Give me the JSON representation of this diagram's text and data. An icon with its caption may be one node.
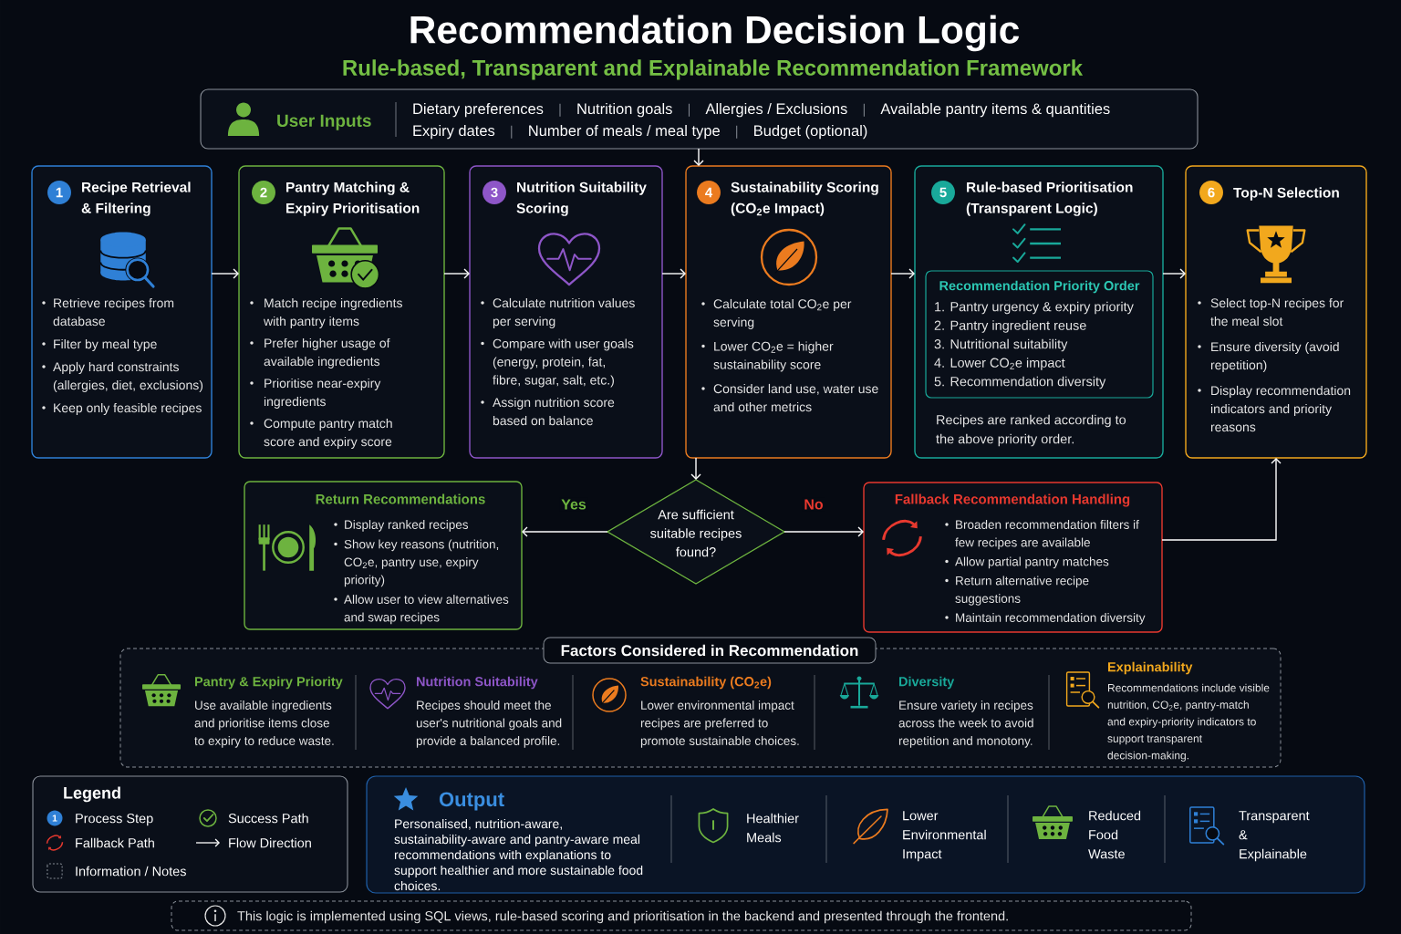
{
  "diagram": {
    "title": "Recommendation Decision Logic",
    "nodes": [
      {
        "text": [
          "User Inputs",
          "Dietary preferences",
          "Nutrition goals",
          "Allergies / Exclusions",
          "Available pantry items & quantities",
          "Expiry dates",
          "Number of meals / meal type",
          "Budget (optional)"
        ]
      },
      {
        "text": [
          "1",
          "Recipe Retrieval & Filtering",
          "Retrieve recipes from database",
          "Filter by meal type",
          "Apply hard constraints (allergies, diet, exclusions)",
          "Keep only feasible recipes"
        ]
      },
      {
        "text": [
          "2",
          "Pantry Matching & Expiry Prioritisation",
          "Match recipe ingredients with pantry items",
          "Prefer higher usage of available ingredients",
          "Prioritise near-expiry ingredients",
          "Compute pantry match score and expiry score"
        ]
      },
      {
        "text": [
          "3",
          "Nutrition Suitability Scoring",
          "Calculate nutrition values per serving",
          "Compare with user goals (energy, protein, fat, fibre, sugar, salt, etc.)",
          "Assign nutrition score based on balance"
        ]
      },
      {
        "text": [
          "4",
          "Sustainability Scoring (CO$_{2}$e Impact)",
          "Calculate total CO$_{2}$e per serving",
          "Lower CO$_{2}$e = higher sustainability score",
          "Consider land use, water use and other metrics"
        ]
      },
      {
        "text": [
          "5",
          "Rule-based Prioritisation (Transparent Logic)",
          "Recipes are ranked according to the above priority order."
        ]
      },
      {
        "text": [
          "Recommendation Priority Order",
          "1. Pantry urgency & expiry priority",
          "2. Pantry ingredient reuse",
          "3. Nutritional suitability",
          "4. Lower CO$_{2}$e impact",
          "5. Recommendation diversity"
        ],
        "in": 5
      },
      {
        "text": [
          "6",
          "Top-N Selection",
          "Select top-N recipes for the meal slot",
          "Ensure diversity (avoid repetition)",
          "Display recommendation indicators and priority reasons"
        ]
      },
      {
        "text": [
          "Return Recommendations",
          "Display ranked recipes",
          "Show key reasons (nutrition, CO$_{2}$e, pantry use, expiry priority)",
          "Allow user to view alternatives and swap recipes"
        ]
      },
      {
        "text": [
          "Are sufficient suitable recipes found?"
        ]
      },
      {
        "text": [
          "Fallback Recommendation Handling",
          "Broaden recommendation filters if few recipes are available",
          "Allow partial pantry matches",
          "Return alternative recipe suggestions",
          "Maintain recommendation diversity"
        ]
      },
      {
        "text": [
          "Factors Considered in Recommendation",
          "Pantry & Expiry Priority",
          "Use available ingredients and prioritise items close to expiry to reduce waste.",
          "Nutrition Suitability",
          "Recipes should meet the user's nutritional goals and provide a balanced profile.",
          "Sustainability (CO$_{2}$e)",
          "Lower environmental impact recipes are preferred to promote sustainable choices.",
          "Diversity",
          "Ensure variety in recipes across the week to avoid repetition and monotony.",
          "Explainability",
          "Recommendations include visible nutrition, CO$_{2}$e, pantry-match and expiry-priority indicators to support transparent decision-making."
        ]
      },
      {
        "text": [
          "Output",
          "Personalised, nutrition-aware, sustainability-aware and pantry-aware meal recommendations with explanations to support healthier and more sustainable food choices.",
          "Healthier Meals",
          "Lower Environmental Impact",
          "Reduced Food Waste",
          "Transparent & Explainable"
        ]
      },
      {
        "text": [
          "This logic is implemented using SQL views, rule-based scoring and prioritisation in the backend and presented through the frontend."
        ]
      }
    ],
    "edges": [
      {
        "from": 1,
        "to": 2,
        "arrow": "to"
      },
      {
        "from": 2,
        "to": 3,
        "arrow": "to"
      },
      {
        "from": 3,
        "to": 4,
        "arrow": "to"
      },
      {
        "from": 4,
        "to": 5,
        "arrow": "to"
      },
      {
        "from": 5,
        "to": 7,
        "arrow": "to"
      },
      {
        "from": 0,
        "to": 4,
        "arrow": "to"
      },
      {
        "from": 4,
        "to": 9,
        "arrow": "to"
      },
      {
        "from": 9,
        "to": 8,
        "arrow": "to",
        "label": "Yes"
      },
      {
        "from": 9,
        "to": 10,
        "arrow": "to",
        "label": "No"
      },
      {
        "from": 10,
        "to": 7,
        "arrow": "to"
      }
    ],
    "labels": [
      "Rule-based, Transparent and Explainable Recommendation Framework",
      "Legend",
      "1"
    ],
    "legend": [
      {
        "text": "Process Step",
        "color": "#2f80d6"
      },
      {
        "text": "Success Path"
      },
      {
        "text": "Fallback Path"
      },
      {
        "text": "Flow Direction"
      },
      {
        "text": "Information / Notes"
      }
    ]
  }
}
